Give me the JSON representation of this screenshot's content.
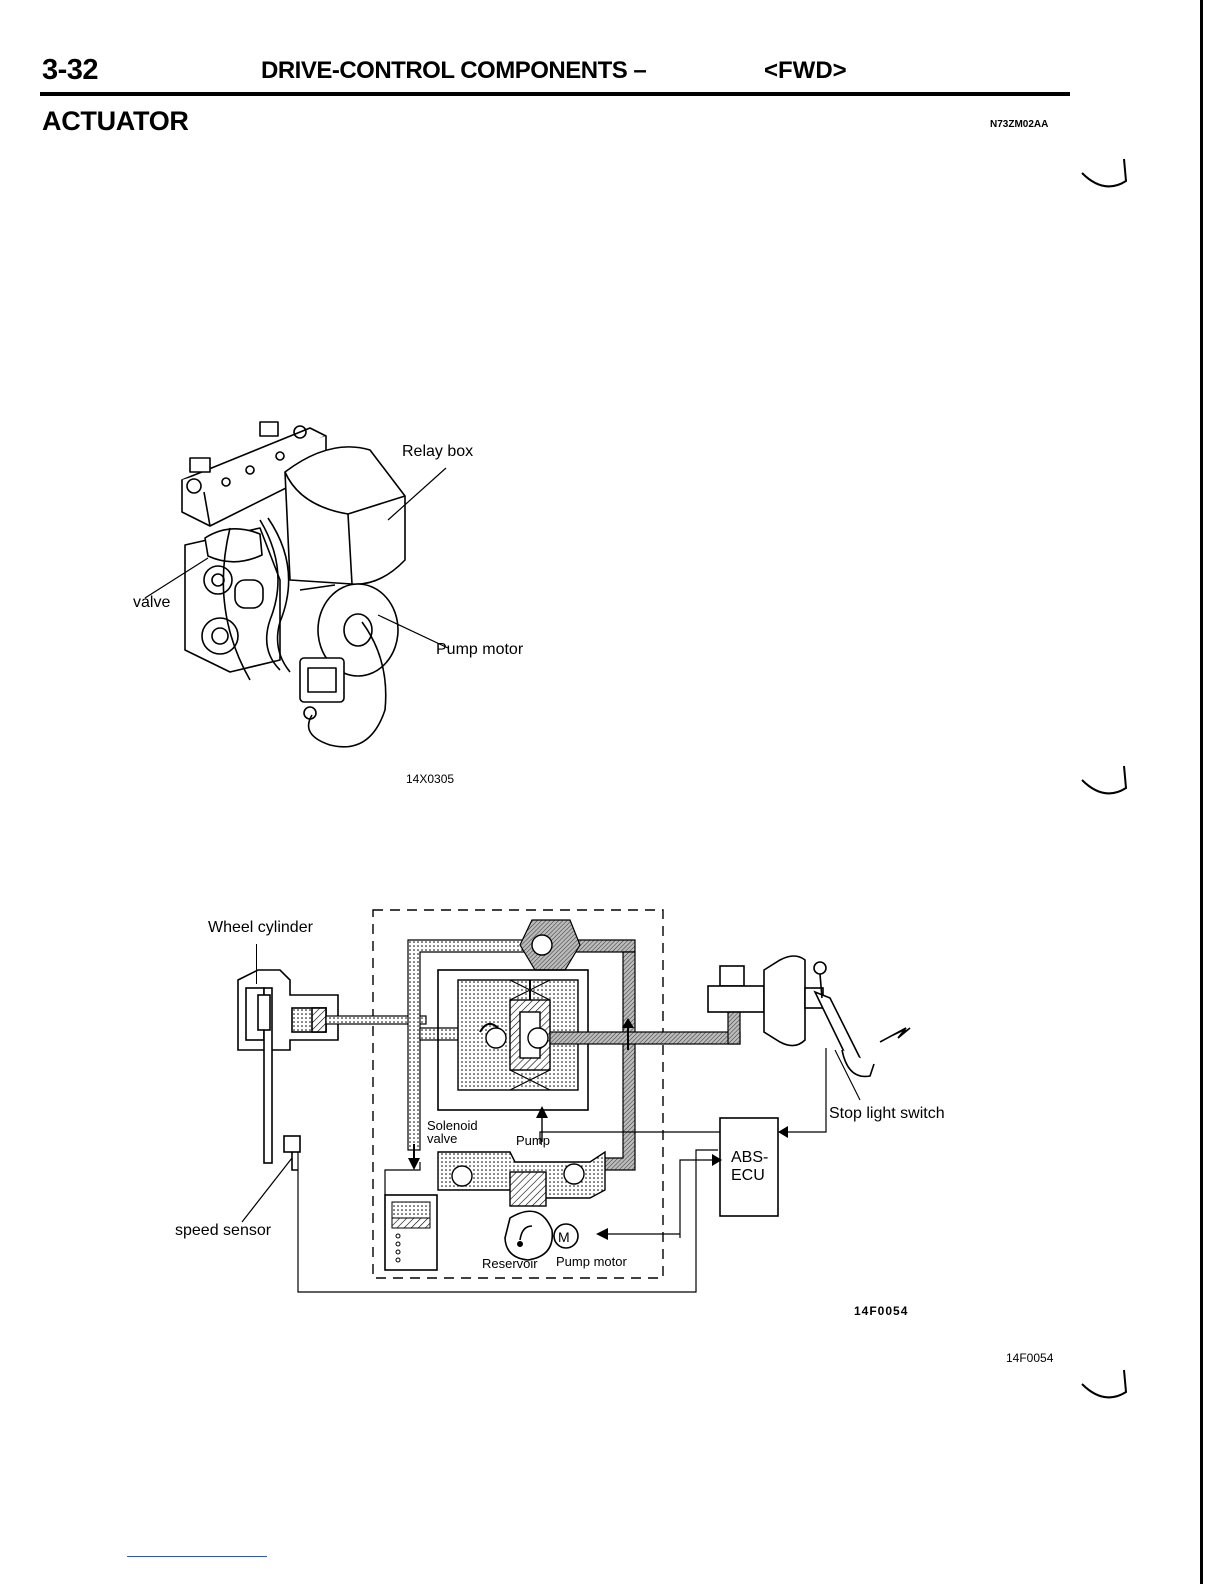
{
  "header": {
    "page_number": "3-32",
    "chapter_title": "DRIVE-CONTROL COMPONENTS –",
    "variant": "<FWD>"
  },
  "section": {
    "title": "ACTUATOR",
    "code": "N73ZM02AA"
  },
  "figure1": {
    "labels": {
      "relay_box": "Relay box",
      "valve": "valve",
      "pump_motor": "Pump motor"
    },
    "code": "14X0305"
  },
  "figure2": {
    "labels": {
      "wheel_cylinder": "Wheel cylinder",
      "speed_sensor": "speed sensor",
      "stop_light_switch": "Stop light switch",
      "abs_ecu_line1": "ABS-",
      "abs_ecu_line2": "ECU",
      "solenoid_line1": "Solenoid",
      "solenoid_line2": "valve",
      "pump": "Pump",
      "reservoir": "Reservoir",
      "pump_motor": "Pump motor",
      "motor_symbol": "M"
    },
    "code": "14F0054"
  },
  "footer": {
    "figure_code": "14F0054"
  }
}
